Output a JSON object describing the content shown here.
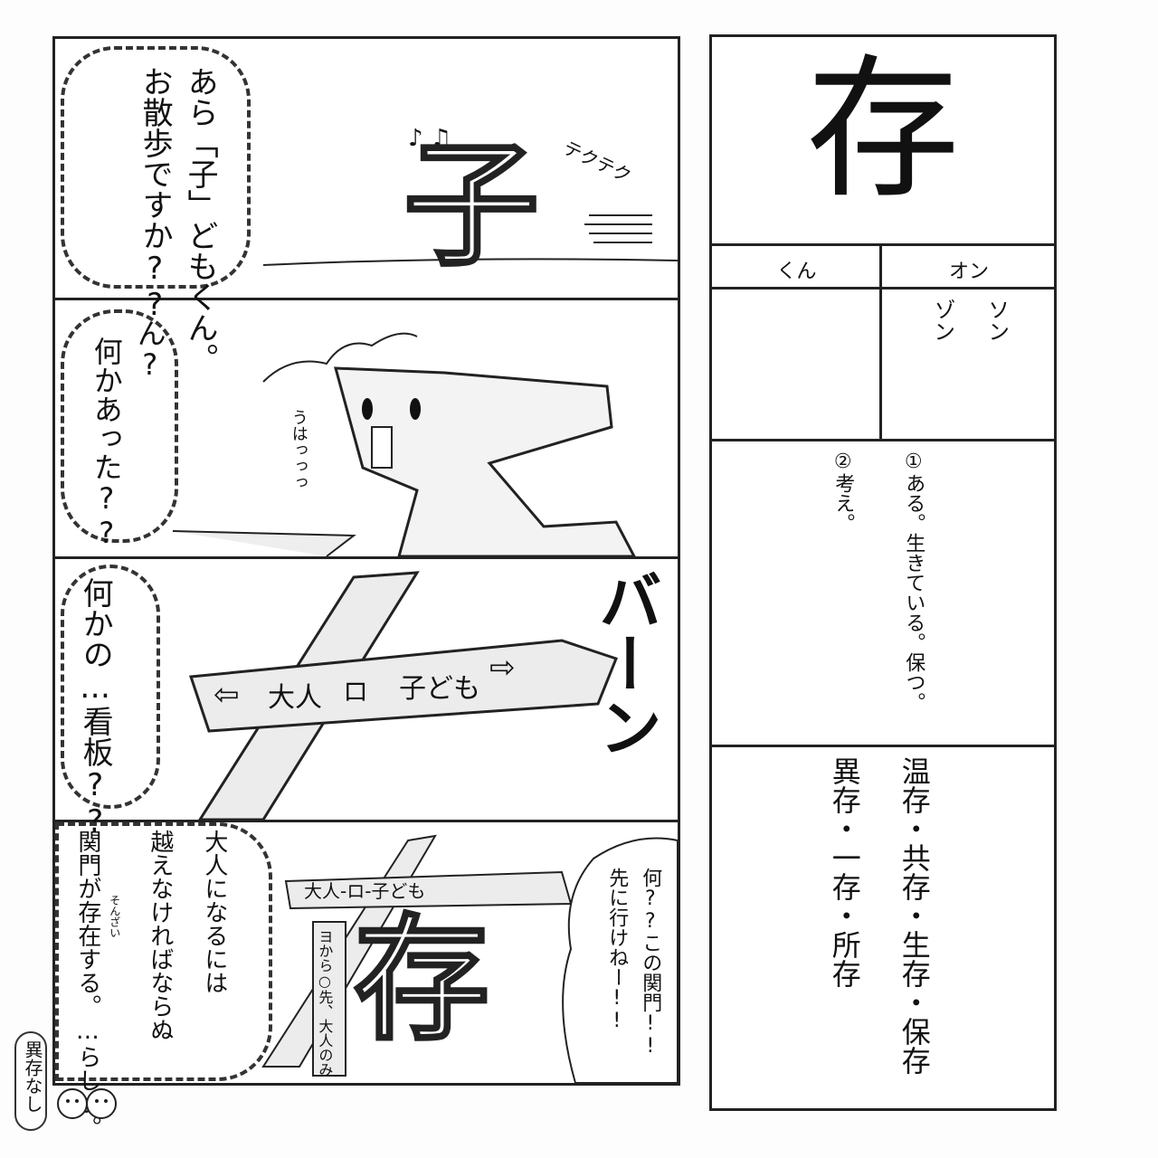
{
  "kanji": "存",
  "reading_headers": {
    "kun": "くん",
    "on": "オン"
  },
  "on_readings": [
    "ソン",
    "ゾン"
  ],
  "meanings": [
    "①ある。生きている。保つ。",
    "②考え。"
  ],
  "compounds": [
    "温存・共存・生存・保存",
    "異存・一存・所存"
  ],
  "panel1": {
    "speech": [
      "あら「子」どもくん。",
      "お散歩ですか??"
    ],
    "music_notes": "♪ ♫",
    "sfx": "テクテク",
    "character": "子"
  },
  "panel2": {
    "speech": [
      "ん?",
      "何かあった??"
    ],
    "sfx_mumble": "うはっっっ"
  },
  "panel3": {
    "speech": [
      "何かの…看板??"
    ],
    "sign_left": "大人",
    "sign_mid": "ロ",
    "sign_right": "子ども",
    "sfx": "バーン"
  },
  "panel4": {
    "narration_1": "関門が存在する。…らしい。",
    "furigana": "そんざい",
    "narration_2": "越えなければならぬ",
    "narration_3": "大人になるには",
    "sign_top": "大人-ロ-子ども",
    "post_text": "ヨから○先、大人のみ",
    "character": "存",
    "speech": [
      "何??この関門!!",
      "先に行けねー!!"
    ]
  },
  "footer_stamp": "異存なし"
}
